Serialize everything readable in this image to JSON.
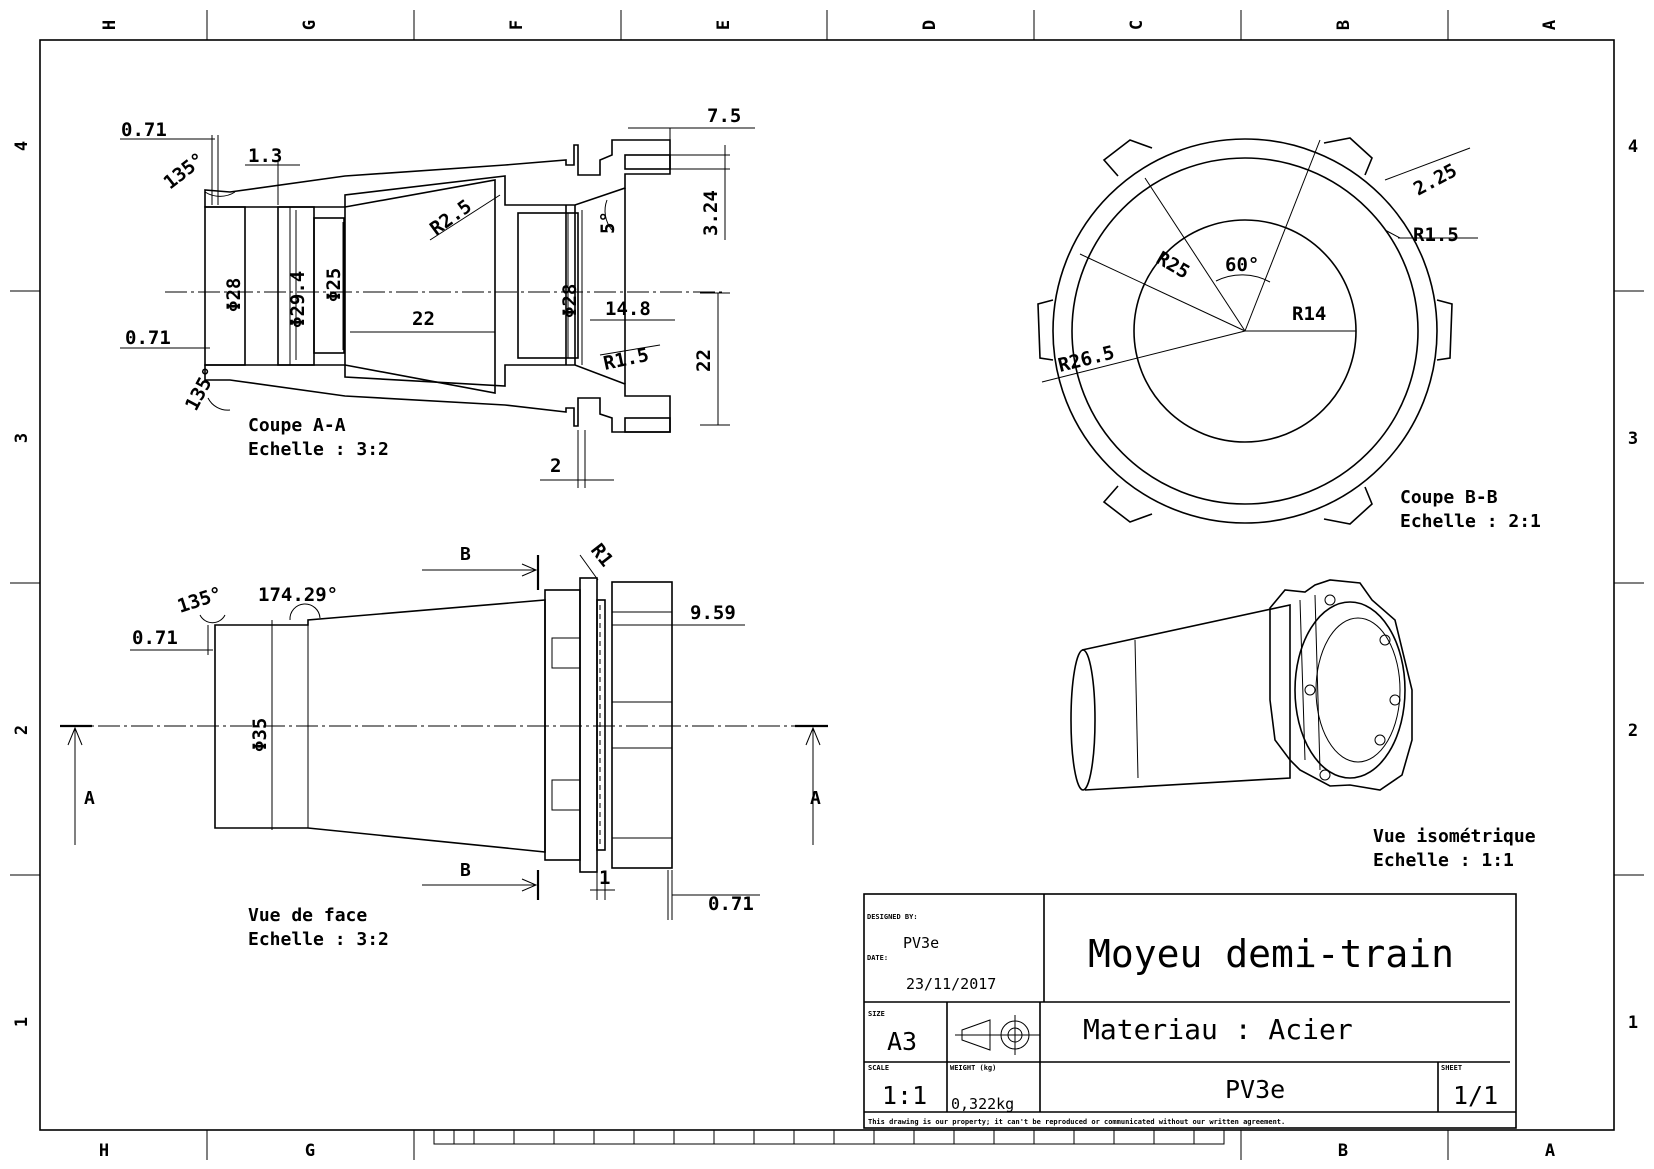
{
  "zones": {
    "columns": [
      "H",
      "G",
      "F",
      "E",
      "D",
      "C",
      "B",
      "A"
    ],
    "bottom_columns": [
      "H",
      "G",
      "B",
      "A"
    ],
    "rows": [
      "4",
      "3",
      "2",
      "1"
    ]
  },
  "section_aa": {
    "title": "Coupe A-A",
    "scale": "Echelle :  3:2",
    "dims": {
      "d071_top": "0.71",
      "d135_top": "135°",
      "d13": "1.3",
      "r25": "R2.5",
      "d75": "7.5",
      "d324": "3.24",
      "d5deg": "5°",
      "phi28_left": "Φ28",
      "phi294": "Φ29.4",
      "phi25": "Φ25",
      "phi28_right": "Φ28",
      "d22_horiz": "22",
      "d148": "14.8",
      "d071_mid": "0.71",
      "r15": "R1.5",
      "d22_vert": "22",
      "d135_bot": "135°",
      "d2": "2"
    }
  },
  "section_bb": {
    "title": "Coupe B-B",
    "scale": "Echelle :  2:1",
    "dims": {
      "d225": "2.25",
      "r15": "R1.5",
      "r25": "R25",
      "a60": "60°",
      "r14": "R14",
      "r265": "R26.5"
    }
  },
  "front_view": {
    "title": "Vue de face",
    "scale": "Echelle :  3:2",
    "dims": {
      "d135": "135°",
      "d17429": "174.29°",
      "d071_left": "0.71",
      "r1": "R1",
      "d959": "9.59",
      "phi35": "Φ35",
      "d1": "1",
      "d071_bot": "0.71"
    },
    "cut_labels": {
      "a_left": "A",
      "a_right": "A",
      "b_top": "B",
      "b_bottom": "B"
    }
  },
  "iso_view": {
    "title": "Vue isométrique",
    "scale": "Echelle :  1:1"
  },
  "title_block": {
    "designed_by_label": "DESIGNED BY:",
    "designer": "PV3e",
    "date_label": "DATE:",
    "date": "23/11/2017",
    "title": "Moyeu demi-train",
    "size_label": "SIZE",
    "size": "A3",
    "material": "Materiau : Acier",
    "scale_label": "SCALE",
    "scale": "1:1",
    "weight_label": "WEIGHT (kg)",
    "weight": "0,322kg",
    "drawing_number": "PV3e",
    "sheet_label": "SHEET",
    "sheet": "1/1",
    "notice": "This drawing is our property; it can't be reproduced or communicated without our written agreement."
  }
}
